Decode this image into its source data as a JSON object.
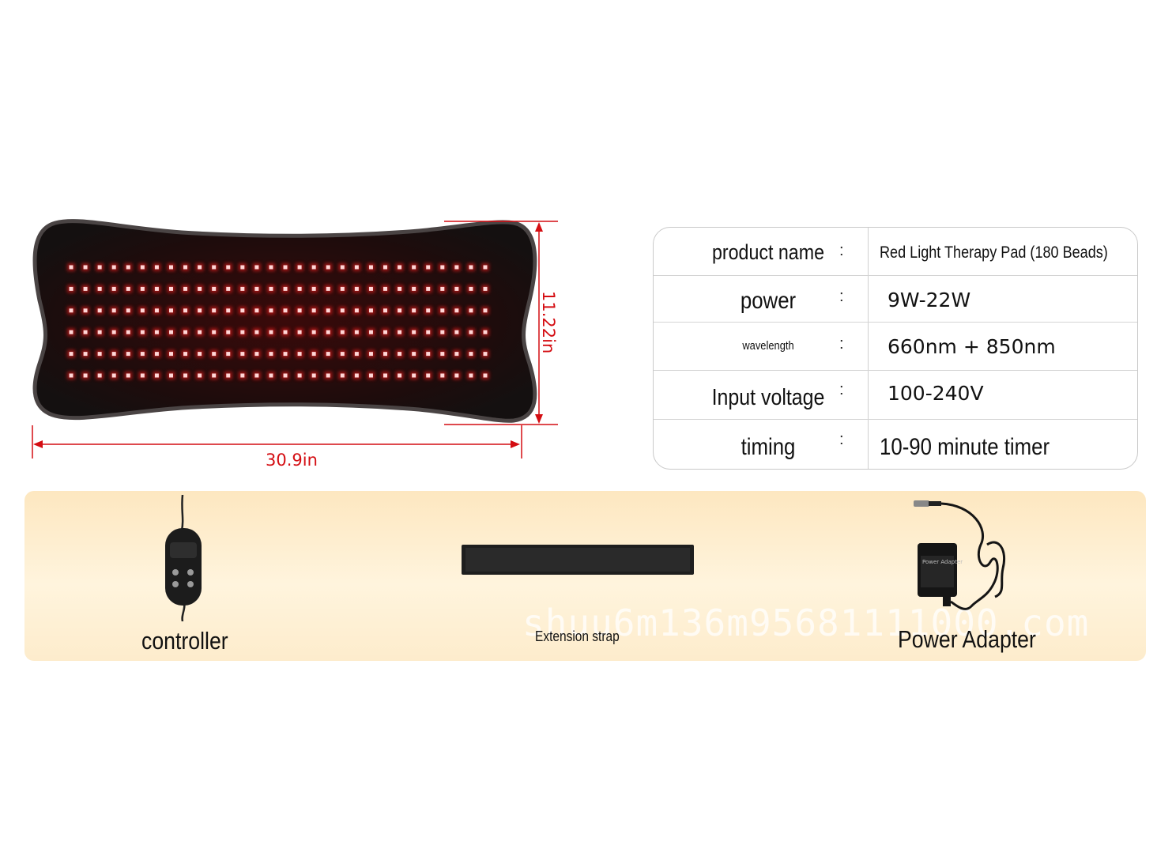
{
  "pad": {
    "width_label": "30.9in",
    "height_label": "11.22in",
    "led_rows": 6,
    "led_columns": 30
  },
  "specs": [
    {
      "label": "product name",
      "value": "Red Light Therapy Pad (180 Beads)"
    },
    {
      "label": "power",
      "value": "9W-22W"
    },
    {
      "label": "wavelength",
      "value": "660nm + 850nm"
    },
    {
      "label": "Input voltage",
      "value": "100-240V"
    },
    {
      "label": "timing",
      "value": "10-90 minute timer"
    }
  ],
  "spec_separator": ":",
  "accessories": {
    "controller_label": "controller",
    "strap_label": "Extension strap",
    "adapter_label": "Power Adapter",
    "adapter_sticker": "Power Adapter"
  },
  "watermark": "shuu6m136m95681111000.com",
  "colors": {
    "dimension_red": "#d40d12",
    "led_red": "#ff1a1a",
    "pad_black": "#1b1414"
  }
}
